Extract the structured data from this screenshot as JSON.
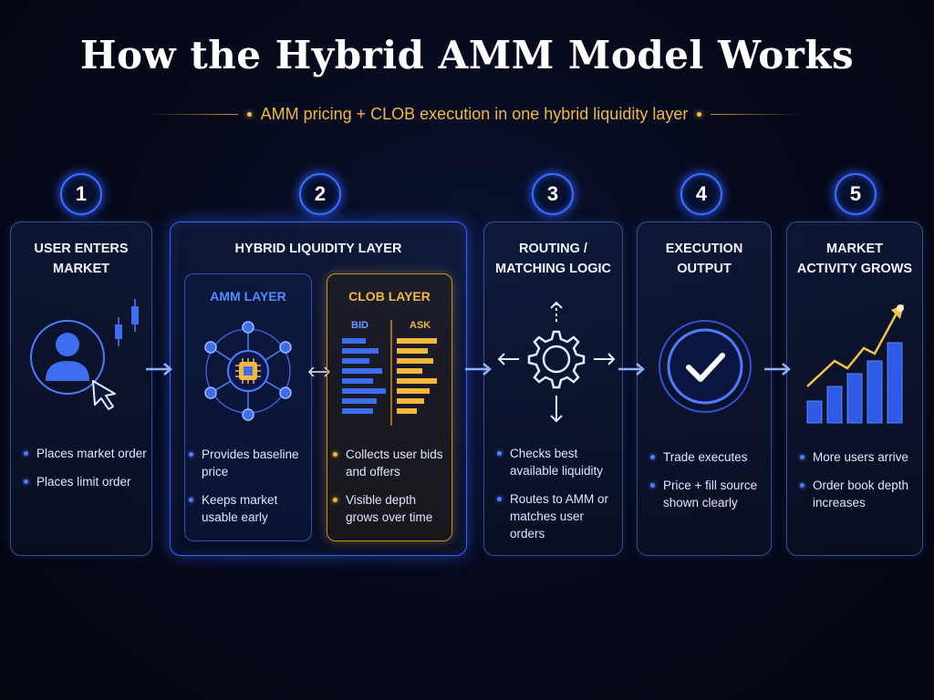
{
  "title": "How the Hybrid AMM Model Works",
  "subtitle": "AMM pricing + CLOB execution in one hybrid liquidity layer",
  "colors": {
    "accent_blue": "#3d6dff",
    "accent_gold": "#f3b83c",
    "background": "#060a1c"
  },
  "steps": [
    {
      "number": "1",
      "title": "USER ENTERS\nMARKET",
      "icon": "user-cursor-icon",
      "bullets": [
        "Places market order",
        "Places limit order"
      ]
    },
    {
      "number": "2",
      "title": "HYBRID LIQUIDITY LAYER",
      "amm": {
        "title": "AMM LAYER",
        "icon": "network-chip-icon",
        "bullets": [
          "Provides baseline price",
          "Keeps market usable early"
        ]
      },
      "clob": {
        "title": "CLOB LAYER",
        "bid_label": "BID",
        "ask_label": "ASK",
        "icon": "order-book-icon",
        "bullets": [
          "Collects user bids and offers",
          "Visible depth grows over time"
        ]
      }
    },
    {
      "number": "3",
      "title": "ROUTING /\nMATCHING LOGIC",
      "icon": "gear-arrows-icon",
      "bullets": [
        "Checks best available liquidity",
        "Routes to AMM or matches user orders"
      ]
    },
    {
      "number": "4",
      "title": "EXECUTION\nOUTPUT",
      "icon": "check-circle-icon",
      "bullets": [
        "Trade executes",
        "Price + fill source shown clearly"
      ]
    },
    {
      "number": "5",
      "title": "MARKET\nACTIVITY GROWS",
      "icon": "growth-chart-icon",
      "bullets": [
        "More users arrive",
        "Order book depth increases"
      ]
    }
  ]
}
